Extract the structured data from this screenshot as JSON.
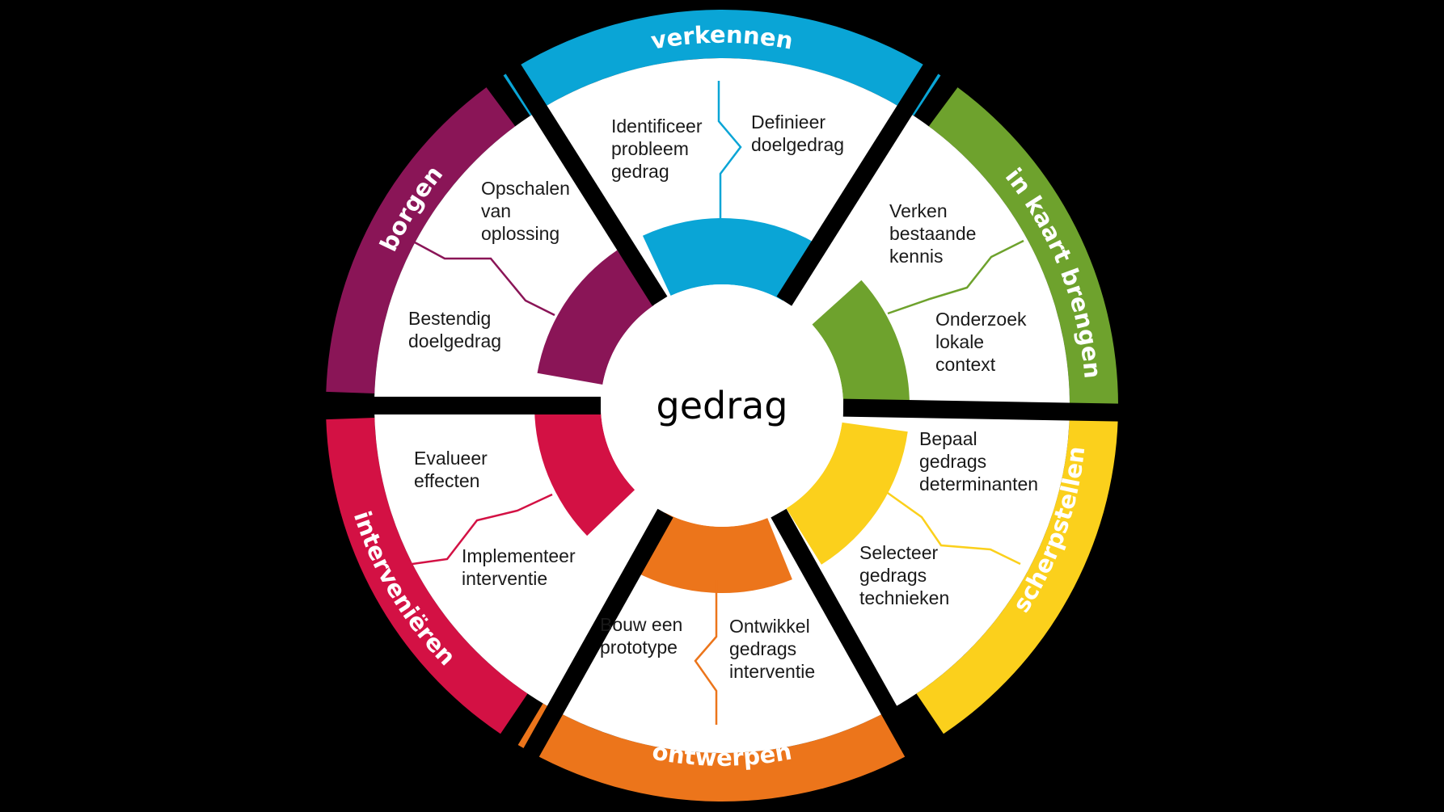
{
  "center": {
    "label": "gedrag"
  },
  "phases": [
    {
      "id": "verkennen",
      "label": "verkennen",
      "color": "#0aa5d6",
      "items": [
        [
          "Identificeer",
          "probleem",
          "gedrag"
        ],
        [
          "Definieer",
          "doelgedrag"
        ]
      ]
    },
    {
      "id": "in-kaart-brengen",
      "label": "in kaart brengen",
      "color": "#6ea22d",
      "items": [
        [
          "Verken",
          "bestaande",
          "kennis"
        ],
        [
          "Onderzoek",
          "lokale",
          "context"
        ]
      ]
    },
    {
      "id": "scherpstellen",
      "label": "scherpstellen",
      "color": "#fbd01c",
      "items": [
        [
          "Bepaal",
          "gedrags",
          "determinanten"
        ],
        [
          "Selecteer",
          "gedrags",
          "technieken"
        ]
      ]
    },
    {
      "id": "ontwerpen",
      "label": "ontwerpen",
      "color": "#ec751b",
      "items": [
        [
          "Bouw een",
          "prototype"
        ],
        [
          "Ontwikkel",
          "gedrags",
          "interventie"
        ]
      ]
    },
    {
      "id": "interveniëren",
      "label": "interveniëren",
      "color": "#d31144",
      "items": [
        [
          "Evalueer",
          "effecten"
        ],
        [
          "Implementeer",
          "interventie"
        ]
      ]
    },
    {
      "id": "borgen",
      "label": "borgen",
      "color": "#8a1557",
      "items": [
        [
          "Opschalen",
          "van",
          "oplossing"
        ],
        [
          "Bestendig",
          "doelgedrag"
        ]
      ]
    }
  ]
}
